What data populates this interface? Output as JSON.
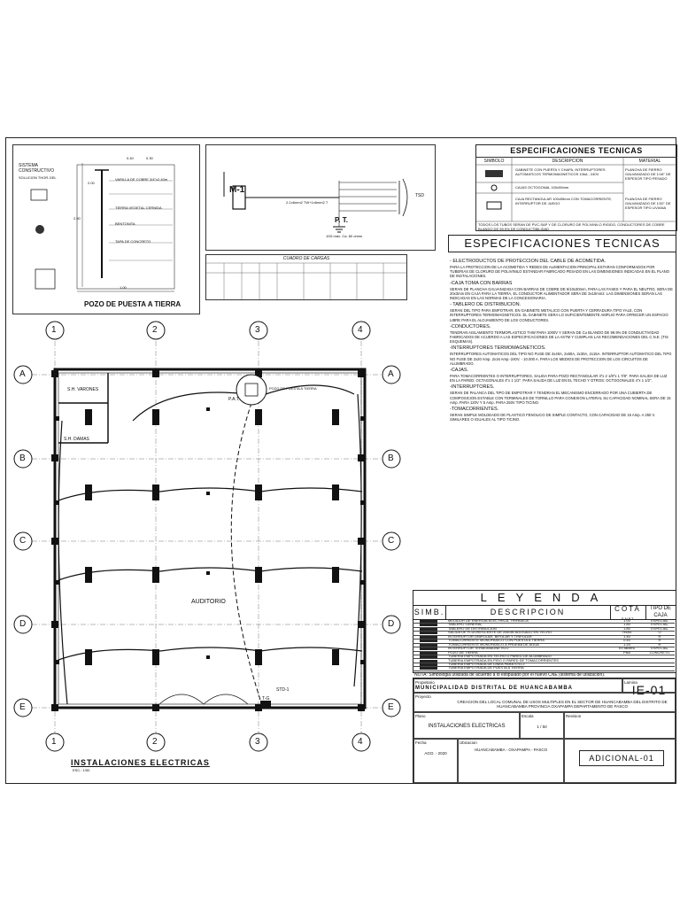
{
  "top_left_detail": {
    "title": "POZO DE PUESTA A TIERRA",
    "notes": [
      "SISTEMA CONSTRUCTIVO",
      "SOLUCION THOR-GEL",
      "VARILLA DE COBRE 3/4\"x2.40m",
      "TIERRA VEGETAL CERNIDA",
      "BENTONITA",
      "TAPA DE CONCRETO"
    ],
    "dims": [
      "2.50",
      "2.00",
      "1.00",
      "0.40",
      "0.30"
    ]
  },
  "single_line": {
    "meter_label": "M-1",
    "pt_label": "P. T.",
    "pt_note": "10Ω máx. Ca. 80 ohms",
    "out_label": "TSD",
    "feeder": "2-1x6mm2 TW+1x6mm2 T"
  },
  "cuadro_cargas": {
    "title": "CUADRO DE CARGAS"
  },
  "spec_table": {
    "title": "ESPECIFICACIONES TECNICAS",
    "headers": [
      "SIMBOLO",
      "DESCRIPCION",
      "MATERIAL"
    ],
    "rows": [
      {
        "desc": "GABINETE CON PUERTA Y CHAPA, INTERRUPTORES AUTOMATICOS TERMOMAGNETICOS 10kA - 240V",
        "mat": "PLANCHA DE FIERRO GALVANIZADO DE 1/16\" DE ESPESOR TIPO PESADO"
      },
      {
        "desc": "CAJAS OCTOGONAL 100x55mm",
        "mat": ""
      },
      {
        "desc": "CAJA RECTANGULAR 100x55mm CON TOMACORRIENTE, INTERRUPTOR DE JUEGO",
        "mat": "PLANCHA DE FIERRO GALVANIZADO DE 1/32\" DE ESPESOR TIPO LIVIANA"
      },
      {
        "desc": "TODOS LOS TUBOS SERAN DE PVC-SAP Y DE CLORURO DE POLIVINILO RIGIDO, CONDUCTORES DE COBRE BLANDO DE 99.9% DE CONDUCTIBILIDAD",
        "mat": ""
      }
    ]
  },
  "spec_big_title": "ESPECIFICACIONES TECNICAS",
  "spec_text": [
    {
      "h": "- ELECTRODUCTOS DE PROTECCION DEL CABLE DE ACOMETIDA.",
      "p": "PARA LA PROTECCION DE LA ACOMETIDA Y REDES DE ALIMENTACION PRINCIPAL ESTARAN CONFORMADOS POR TUBERIAS DE CLORURO DE POLIVINILO ESTANDAR FABRICADO PESADO EN LAS DIMENSIONES INDICADAS EN EL PLANO DE INSTALACIONES."
    },
    {
      "h": "-CAJA TOMA CON BARRAS",
      "p": "SERAN DE PLANCHA GALVANIZADA CON BARRAS DE COBRE DE 6/10x30mm, PARA LAS FASES Y PARA EL NEUTRO, SERA DE 20x3mm EN CAJA PARA LA TIERRA, EL CONDUCTOR ALIMENTADOR SERA DE 3x10mm2. LAS DIMENSIONES SERAN LAS INDICADAS EN LAS NORMAS DE LA CONCESIONARIA."
    },
    {
      "h": "- TABLERO DE DISTRIBUCION.",
      "p": "SERAN DEL TIPO PARA EMPOTRAR, EN GABINETE METALICO CON PUERTA Y CERRADURA TIPO YALE, CON INTERRUPTORES TERMOMAGNETICOS. EL GABINETE SERA LO SUFICIENTEMENTE AMPLIO PARA OFRECER UN ESPACIO LIBRE PARA EL ALOJAMIENTO DE LOS CONDUCTORES."
    },
    {
      "h": "-CONDUCTORES.",
      "p": "TENDRAN AISLAMIENTO TERMOPLASTICO THW PARA 1000V Y SERAN DE Cu BLANDO DE 99.9% DE CONDUCTIVIDAD FABRICADOS DE ACUERDO A LAS ESPECIFICACIONES DE LA ASTM Y CUMPLAN LAS RECOMENDACIONES DEL C.N.E. (TIS ESQUEMAS)."
    },
    {
      "h": "-INTERRUPTORES TERMOMAGNETICOS.",
      "p": "INTERRUPTORES AUTOMATICOS DEL TIPO NO FUSE DE 2x40A, 2x60A, 2x30A, 2x15A. INTERRUPTOR AUTOMATICO DEL TIPO NO FUSE DE 2x20 Amp. 2x16 Amp.-240V. - 10.000 A. PARA LOS MEDIOS DE PROTECCION DE LOS CIRCUITOS DE ALUMBRADO."
    },
    {
      "h": "-CAJAS.",
      "p": "PARA TOMACORRIENTES O INTERRUPTORES, SALIDA PARA POZO RECTANGULAR 4\"x 2 1/8\"x 1 7/8\". PARA SALIDA DE LUZ EN LA PARED: OCTAGONALES 4\"x 1 1/2\". PARA SALIDA DE LUZ EN EL TECHO Y OTROS: OCTOGONALES 4\"x 1 1/2\"."
    },
    {
      "h": "-INTERRUPTORES.",
      "p": "SERAN DE PALANCA DEL TIPO DE EMPOTRAR Y TENDRAN EL MECANISMO ENCERRADO POR UNA CUBIERTA DE COMPOSICION ESTABLE CON TERMINALES DE TORNILLO PARA CONEXION LATERAL SU CAPACIDAD NOMINAL SERA DE 15 Amp. PARA 120V Y 5 Amp. PARA 250V TIPO TICINO."
    },
    {
      "h": "-TOMACORRIENTES.",
      "p": "SERAN SIMPLE MOLDEADO DE PLASTICO FENOLICO DE SIMPLE CONTACTO, CON CAPACIDAD DE 15 Amp. A 250 V. SIMILARES O IGUALES AL TIPO TICINO."
    }
  ],
  "leyenda": {
    "title": "LEYENDA",
    "headers": {
      "simb": "SIMB.",
      "desc": "DESCRIPCION",
      "cota": "COTA",
      "cota_sub": "S.N.P.T.",
      "caja": "TIPO DE CAJA"
    },
    "rows": [
      {
        "desc": "MEDIDOR DE ENERGIA ELECTRICA, TRIFASICA",
        "cota": "1.00",
        "caja": "ESPECIAL"
      },
      {
        "desc": "TABLERO GENERAL",
        "cota": "1.80",
        "caja": "ESPECIAL"
      },
      {
        "desc": "TABLERO DE DISTRIBUCION",
        "cota": "1.80",
        "caja": "ESPECIAL"
      },
      {
        "desc": "SALIDA DE FLUORESCENTE DE 2x40W ADOSADO EN TECHO",
        "cota": "Techo",
        "caja": "O"
      },
      {
        "desc": "INTERRUPTOR UNIPOLAR, BIPOLAR Y TRIPOLAR",
        "cota": "1.40",
        "caja": "R"
      },
      {
        "desc": "TOMACORRIENTE MONOFASICO CON PUESTA A TIERRA",
        "cota": "0.40",
        "caja": "R"
      },
      {
        "desc": "TOMACORRIENTE MONOFASICO A PRUEBA DE AGUA",
        "cota": "1.20",
        "caja": "R"
      },
      {
        "desc": "INTERRUPTOR TERMOMAGNETICO",
        "cota": "En tablero",
        "caja": "ESPECIAL"
      },
      {
        "desc": "POZO DE TIERRA",
        "cota": "Piso",
        "caja": "CONCRETO"
      },
      {
        "desc": "TUBERIA EMPOTRADA EN TECHO O PARED DE ALUMBRADO",
        "cota": "",
        "caja": ""
      },
      {
        "desc": "TUBERIA EMPOTRADA EN PISO O PARED DE TOMACORRIENTES",
        "cota": "",
        "caja": ""
      },
      {
        "desc": "TUBERIA EMPOTRADA DE LINEA PARA STD-2",
        "cota": "",
        "caja": ""
      },
      {
        "desc": "TUBERIA EMPOTRADA DE PUESTA A TIERRA",
        "cota": "",
        "caja": ""
      }
    ],
    "nota": "NOTA: Simbologia utilizada de acuerdo a lo estipulado por el nuevo CNE (sistema de utilización)."
  },
  "title_block": {
    "propietario_label": "Propietario",
    "propietario": "MUNICIPALIDAD DISTRITAL DE HUANCABAMBA",
    "lamina_label": "Lamina",
    "lamina": "IE-01",
    "proyecto_label": "Proyecto",
    "proyecto": "CREACION DEL LOCAL COMUNAL DE USOS MULTIPLES EN EL SECTOR DE HUANCABAMBA DEL DISTRITO DE HUANCABAMBA PROVINCIA OXAPAMPA DEPARTAMENTO DE PASCO",
    "plano_label": "Plano",
    "plano": "INSTALACIONES ELECTRICAS",
    "escala_label": "Escala",
    "escala": "1 / 50",
    "revision_label": "Revision",
    "fecha_label": "Fecha",
    "fecha": "AGO. - 2020",
    "ubicacion_label": "Ubicacion",
    "ubicacion": "HUANCABAMBA - OXAPAMPA - PASCO",
    "adicional": "ADICIONAL-01"
  },
  "plan": {
    "columns": [
      "1",
      "2",
      "3",
      "4"
    ],
    "rows": [
      "A",
      "B",
      "C",
      "D",
      "E"
    ],
    "room_label": "AUDITORIO",
    "sshh_h": "S.H. VARONES",
    "sshh_m": "S.H. DAMAS",
    "pat": "P.A.T.",
    "pat_note": "POZO DE PUESTA A TIERRA",
    "std": "STD-1",
    "tg": "T-G",
    "caption": "INSTALACIONES ELECTRICAS",
    "caption_scale": "ESC.: 1/50"
  }
}
